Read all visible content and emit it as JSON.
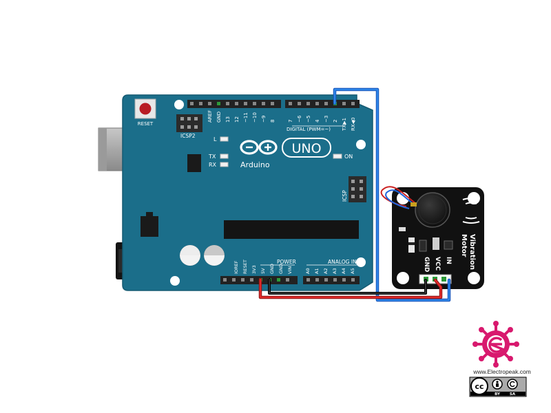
{
  "board": {
    "reset": "RESET",
    "icsp2": "ICSP2",
    "aref": "AREF",
    "gnd": "GND",
    "pin13": "13",
    "pin12": "12",
    "pin11": "~11",
    "pin10": "~10",
    "pin9": "~9",
    "pin8": "8",
    "pin7": "7",
    "pin6": "~6",
    "pin5": "~5",
    "pin4": "4",
    "pin3": "~3",
    "pin2": "2",
    "tx1": "TX▶1",
    "rx0": "RX◀0",
    "digital": "DIGITAL (PWM=~)",
    "led_l": "L",
    "led_tx": "TX",
    "led_rx": "RX",
    "on": "ON",
    "brand": "Arduino",
    "model": "UNO",
    "icsp": "ICSP",
    "power": "POWER",
    "analog_in": "ANALOG IN",
    "ioref": "IOREF",
    "reset_pin": "RESET",
    "v33": "3V3",
    "v5": "5V",
    "gnd1": "GND",
    "gnd2": "GND",
    "vin": "VIN",
    "a0": "A0",
    "a1": "A1",
    "a2": "A2",
    "a3": "A3",
    "a4": "A4",
    "a5": "A5"
  },
  "module": {
    "title": "Vibration",
    "title2": "Motor",
    "gnd": "GND",
    "vcc": "VCC",
    "in": "IN"
  },
  "logo": {
    "url": "www.Electropeak.com",
    "license_cc": "cc",
    "license_by": "BY",
    "license_sa": "SA"
  },
  "colors": {
    "board": "#1b6e8a",
    "wire_signal": "#2277dd",
    "wire_power": "#cc2222",
    "wire_ground": "#111111",
    "module": "#111111",
    "brand_pink": "#d8196e"
  }
}
